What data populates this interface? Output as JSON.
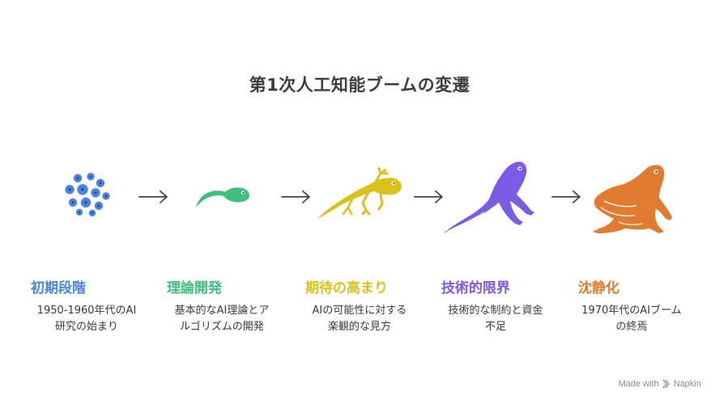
{
  "title": "第1次人工知能ブームの変遷",
  "stages": [
    {
      "heading": "初期段階",
      "desc": [
        "1950-1960年代のAI",
        "研究の始まり"
      ],
      "color": "#4a86e0",
      "icon": "frog-eggs-icon"
    },
    {
      "heading": "理論開発",
      "desc": [
        "基本的なAI理論とア",
        "ルゴリズムの開発"
      ],
      "color": "#3fc07e",
      "icon": "tadpole-icon"
    },
    {
      "heading": "期待の高まり",
      "desc": [
        "AIの可能性に対する",
        "楽観的な見方"
      ],
      "color": "#d9c21a",
      "icon": "tadpole-legs-icon"
    },
    {
      "heading": "技術的限界",
      "desc": [
        "技術的な制約と資金",
        "不足"
      ],
      "color": "#7b5ce6",
      "icon": "froglet-icon"
    },
    {
      "heading": "沈静化",
      "desc": [
        "1970年代のAIブーム",
        "の終焉"
      ],
      "color": "#e07b30",
      "icon": "frog-icon"
    }
  ],
  "credit": {
    "prefix": "Made with",
    "brand": "Napkin",
    "icon": "napkin-logo-icon"
  }
}
